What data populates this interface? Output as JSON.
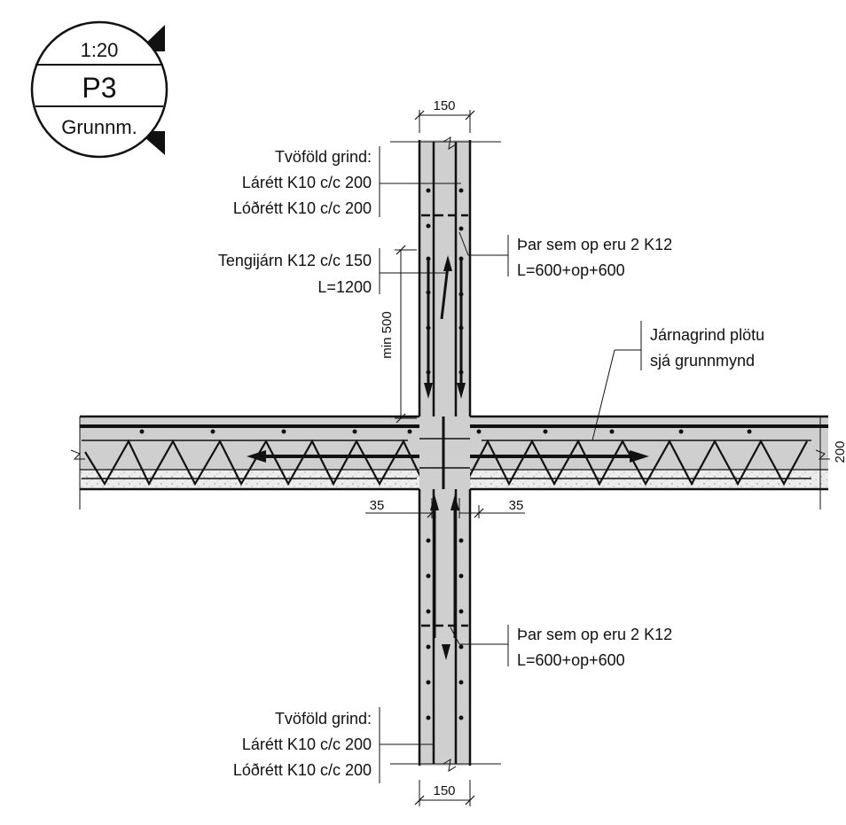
{
  "title_block": {
    "scale": "1:20",
    "id": "P3",
    "view": "Grunnm."
  },
  "dimensions": {
    "wall_thickness_top": "150",
    "wall_thickness_bottom": "150",
    "lap_min": "min 500",
    "cover_left": "35",
    "cover_right": "35",
    "slab_depth": "200"
  },
  "notes": {
    "top_grid": {
      "line1": "Tvöföld grind:",
      "line2": "Lárétt K10 c/c 200",
      "line3": "Lóðrétt K10 c/c 200"
    },
    "tie_bars": {
      "line1": "Tengijárn K12 c/c 150",
      "line2": "L=1200"
    },
    "openings_top": {
      "line1": "Þar sem op eru 2 K12",
      "line2": "L=600+op+600"
    },
    "slab_mesh": {
      "line1": "Járnagrind plötu",
      "line2": "sjá grunnmynd"
    },
    "openings_bottom": {
      "line1": "Þar sem op eru 2 K12",
      "line2": "L=600+op+600"
    },
    "bottom_grid": {
      "line1": "Tvöföld grind:",
      "line2": "Lárétt K10 c/c 200",
      "line3": "Lóðrétt K10 c/c 200"
    }
  }
}
